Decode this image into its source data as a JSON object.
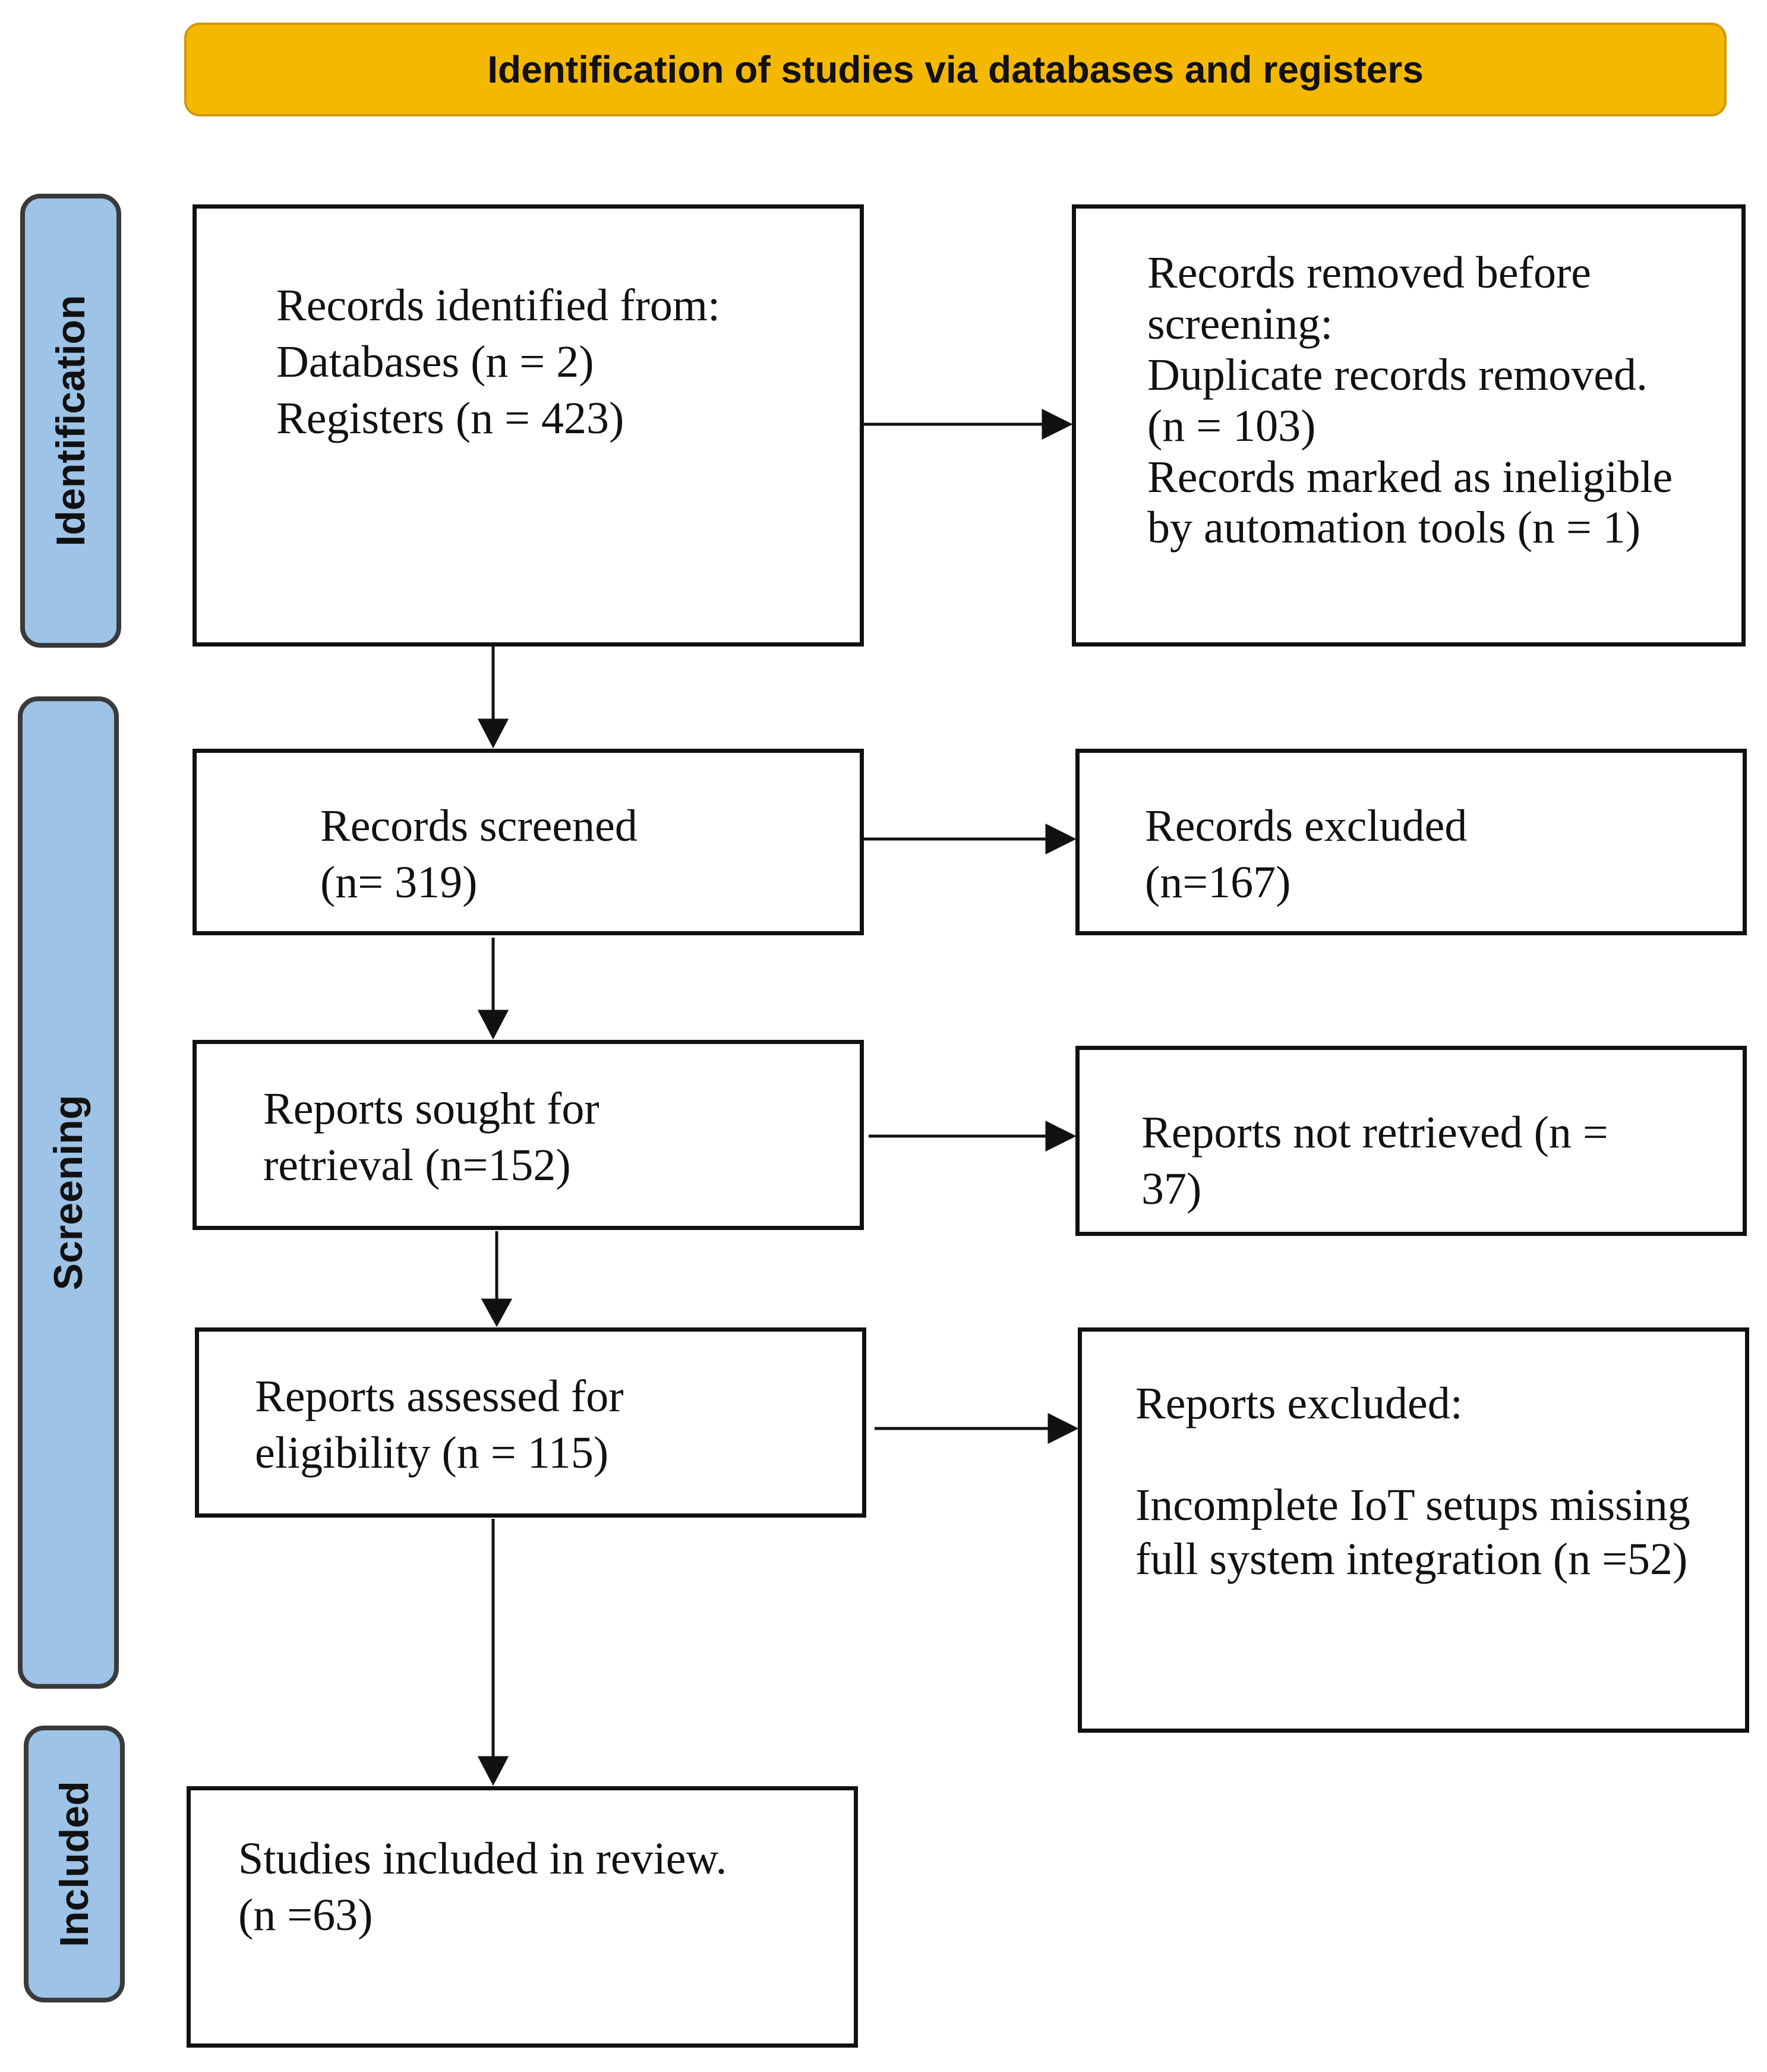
{
  "header": {
    "title": "Identification of studies via databases and registers"
  },
  "phases": {
    "identification": "Identification",
    "screening": "Screening",
    "included": "Included"
  },
  "boxes": {
    "records_identified": {
      "line1": "Records identified from:",
      "line2": "Databases  (n  = 2)",
      "line3": "Registers  (n  = 423)"
    },
    "records_removed": {
      "line1": "Records removed before",
      "line2": "screening:",
      "line3": "Duplicate records removed.",
      "line4": "(n = 103)",
      "line5": "Records marked as ineligible",
      "line6": "by automation tools (n = 1)"
    },
    "records_screened": {
      "line1": "Records screened",
      "line2": "(n= 319)"
    },
    "records_excluded": {
      "line1": "Records excluded",
      "line2": "(n=167)"
    },
    "reports_sought": {
      "line1": "Reports sought for",
      "line2": "retrieval  (n=152)"
    },
    "reports_not_retrieved": {
      "line1": "Reports not retrieved (n =",
      "line2": "37)"
    },
    "reports_assessed": {
      "line1": "Reports assessed for",
      "line2": "eligibility   (n = 115)"
    },
    "reports_excluded": {
      "line1": "Reports excluded:",
      "line2": "Incomplete IoT setups missing",
      "line3": "full system integration (n =52)"
    },
    "studies_included": {
      "line1": "Studies included in review.",
      "line2": "(n =63)"
    }
  },
  "colors": {
    "header_fill": "#f5b800",
    "phase_fill": "#9dc3e6",
    "line": "#111111"
  }
}
